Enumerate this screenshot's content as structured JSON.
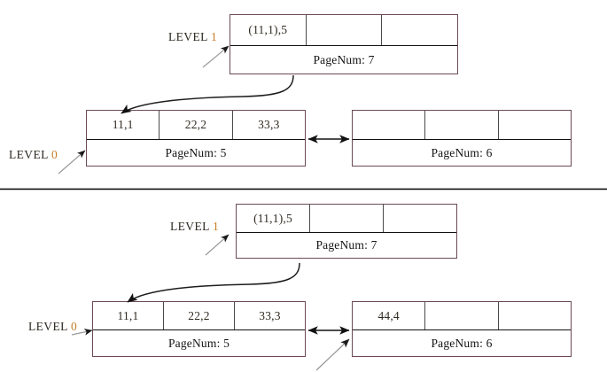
{
  "figure": {
    "type": "b-tree-index-diagram",
    "panel_count": 2,
    "divider_present": true
  },
  "colors": {
    "node_border": "#6b4a55",
    "cell_divider": "#4a4a4a",
    "level_number_accent": "#c87e26",
    "text": "#151515",
    "connector_black": "#111111",
    "connector_gray": "#9a9a9a",
    "divider": "#000000",
    "background": "#ffffff"
  },
  "panels": [
    {
      "id": "panel-before",
      "level1": {
        "label": "LEVEL 1",
        "label_level_word": "LEVEL",
        "label_level_num": "1",
        "cells": [
          "(11,1),5",
          "",
          ""
        ],
        "footer": "PageNum: 7",
        "page_num": 7
      },
      "level0_left": {
        "label": "LEVEL 0",
        "label_level_word": "LEVEL",
        "label_level_num": "0",
        "cells": [
          "11,1",
          "22,2",
          "33,3"
        ],
        "footer": "PageNum: 5",
        "page_num": 5
      },
      "level0_right": {
        "cells": [
          "",
          "",
          ""
        ],
        "footer": "PageNum: 6",
        "page_num": 6
      },
      "connectors": {
        "parent_to_child_curve": true,
        "sibling_double_arrow": true,
        "level1_pointer_arrow": true,
        "level0_pointer_arrow": true,
        "new_page_pointer_arrow": false
      }
    },
    {
      "id": "panel-after",
      "level1": {
        "label": "LEVEL 1",
        "label_level_word": "LEVEL",
        "label_level_num": "1",
        "cells": [
          "(11,1),5",
          "",
          ""
        ],
        "footer": "PageNum: 7",
        "page_num": 7
      },
      "level0_left": {
        "label": "LEVEL 0",
        "label_level_word": "LEVEL",
        "label_level_num": "0",
        "cells": [
          "11,1",
          "22,2",
          "33,3"
        ],
        "footer": "PageNum: 5",
        "page_num": 5
      },
      "level0_right": {
        "cells": [
          "44,4",
          "",
          ""
        ],
        "footer": "PageNum: 6",
        "page_num": 6
      },
      "connectors": {
        "parent_to_child_curve": true,
        "sibling_double_arrow": true,
        "level1_pointer_arrow": true,
        "level0_pointer_arrow": true,
        "new_page_pointer_arrow": true
      }
    }
  ]
}
